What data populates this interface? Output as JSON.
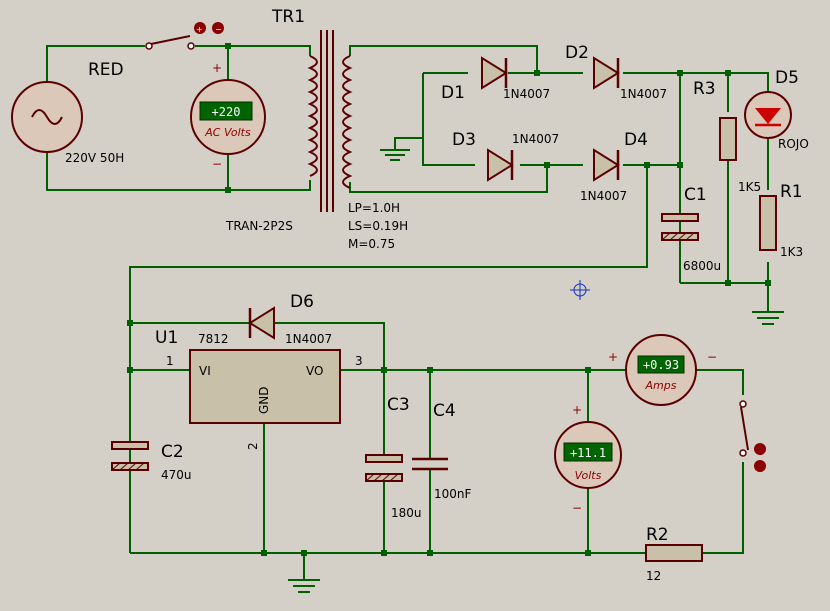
{
  "source": {
    "name": "RED",
    "rating": "220V 50H"
  },
  "transformer": {
    "name": "TR1",
    "model": "TRAN-2P2S",
    "params": [
      "LP=1.0H",
      "LS=0.19H",
      "M=0.75"
    ]
  },
  "ac_voltmeter": {
    "reading": "+220",
    "unit": "AC Volts",
    "plus": "+",
    "minus": "−"
  },
  "diodes": [
    {
      "name": "D1",
      "part": "1N4007"
    },
    {
      "name": "D2",
      "part": "1N4007"
    },
    {
      "name": "D3",
      "part": "1N4007"
    },
    {
      "name": "D4",
      "part": "1N4007"
    },
    {
      "name": "D6",
      "part": "1N4007"
    }
  ],
  "led": {
    "name": "D5",
    "color_label": "ROJO",
    "color": "#cc0000"
  },
  "resistors": [
    {
      "name": "R3",
      "value": "1K5"
    },
    {
      "name": "R1",
      "value": "1K3"
    },
    {
      "name": "R2",
      "value": "12"
    }
  ],
  "capacitors": [
    {
      "name": "C1",
      "value": "6800u"
    },
    {
      "name": "C2",
      "value": "470u"
    },
    {
      "name": "C3",
      "value": "180u"
    },
    {
      "name": "C4",
      "value": "100nF"
    }
  ],
  "regulator": {
    "name": "U1",
    "part": "7812",
    "pin_in": "VI",
    "pin_out": "VO",
    "pin_gnd": "GND",
    "pin1": "1",
    "pin2": "2",
    "pin3": "3"
  },
  "ammeter": {
    "reading": "+0.93",
    "unit": "Amps",
    "plus": "+",
    "minus": "−"
  },
  "voltmeter": {
    "reading": "+11.1",
    "unit": "Volts",
    "plus": "+",
    "minus": "−"
  },
  "colors": {
    "wire": "#006000",
    "device": "#5a0000",
    "body": "#c8c0a8",
    "background": "#d4d0c8",
    "lcd": "#006400"
  }
}
